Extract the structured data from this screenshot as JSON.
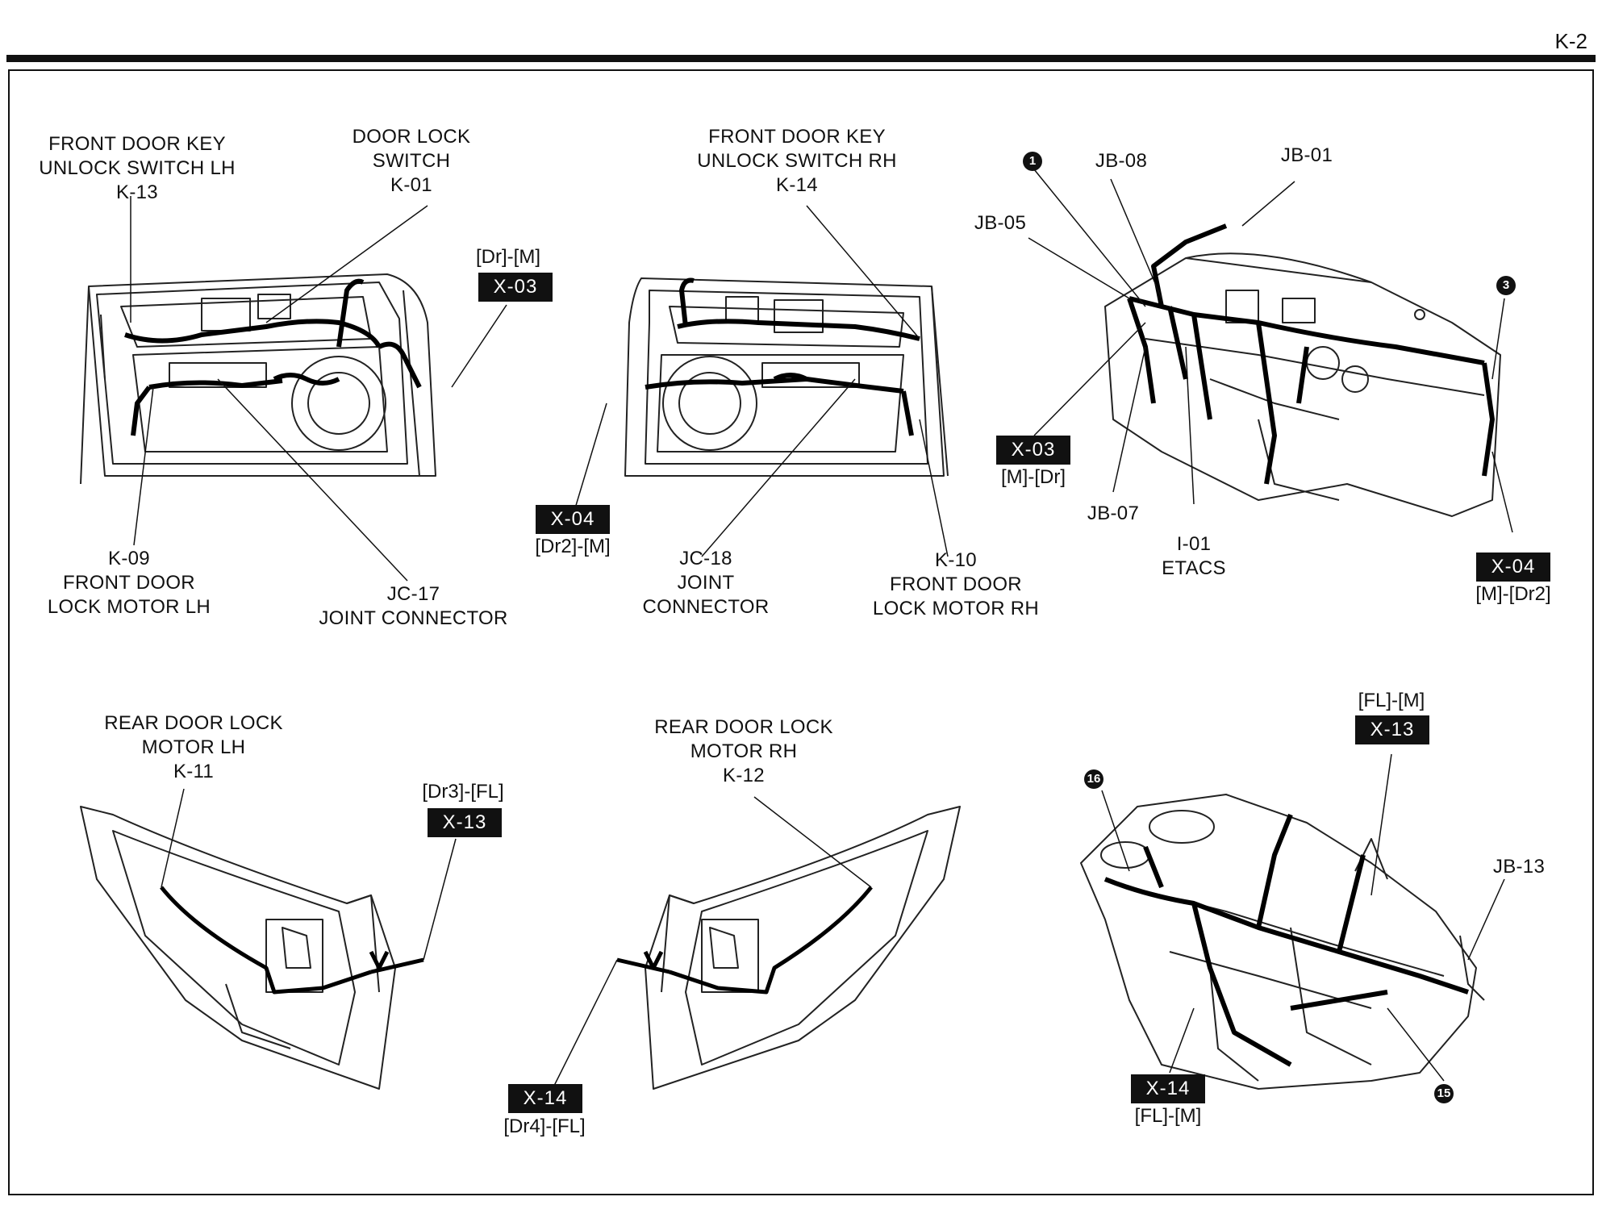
{
  "page": {
    "number": "K-2"
  },
  "panels": {
    "front_lh": {
      "key_switch": [
        "FRONT DOOR KEY",
        "UNLOCK SWITCH LH",
        "K-13"
      ],
      "door_lock_switch": [
        "DOOR LOCK",
        "SWITCH",
        "K-01"
      ],
      "connector": {
        "pins": "[Dr]-[M]",
        "code": "X-03"
      },
      "lock_motor": [
        "K-09",
        "FRONT DOOR",
        "LOCK MOTOR LH"
      ],
      "joint": [
        "JC-17",
        "JOINT CONNECTOR"
      ]
    },
    "front_rh": {
      "key_switch": [
        "FRONT DOOR KEY",
        "UNLOCK SWITCH RH",
        "K-14"
      ],
      "connector": {
        "code": "X-04",
        "pins": "[Dr2]-[M]"
      },
      "joint": [
        "JC-18",
        "JOINT",
        "CONNECTOR"
      ],
      "lock_motor": [
        "K-10",
        "FRONT DOOR",
        "LOCK MOTOR RH"
      ]
    },
    "dash": {
      "jb01": "JB-01",
      "jb08": "JB-08",
      "jb05": "JB-05",
      "jb07": "JB-07",
      "etacs": [
        "I-01",
        "ETACS"
      ],
      "marker1": "1",
      "marker3": "3",
      "conn_x03": {
        "code": "X-03",
        "pins": "[M]-[Dr]"
      },
      "conn_x04": {
        "code": "X-04",
        "pins": "[M]-[Dr2]"
      }
    },
    "rear_lh": {
      "motor": [
        "REAR DOOR LOCK",
        "MOTOR LH",
        "K-11"
      ],
      "connector": {
        "pins": "[Dr3]-[FL]",
        "code": "X-13"
      }
    },
    "rear_rh": {
      "motor": [
        "REAR DOOR LOCK",
        "MOTOR RH",
        "K-12"
      ],
      "connector": {
        "code": "X-14",
        "pins": "[Dr4]-[FL]"
      }
    },
    "floor": {
      "conn_x13": {
        "pins": "[FL]-[M]",
        "code": "X-13"
      },
      "jb13": "JB-13",
      "marker16": "16",
      "marker15": "15",
      "conn_x14": {
        "code": "X-14",
        "pins": "[FL]-[M]"
      }
    }
  }
}
